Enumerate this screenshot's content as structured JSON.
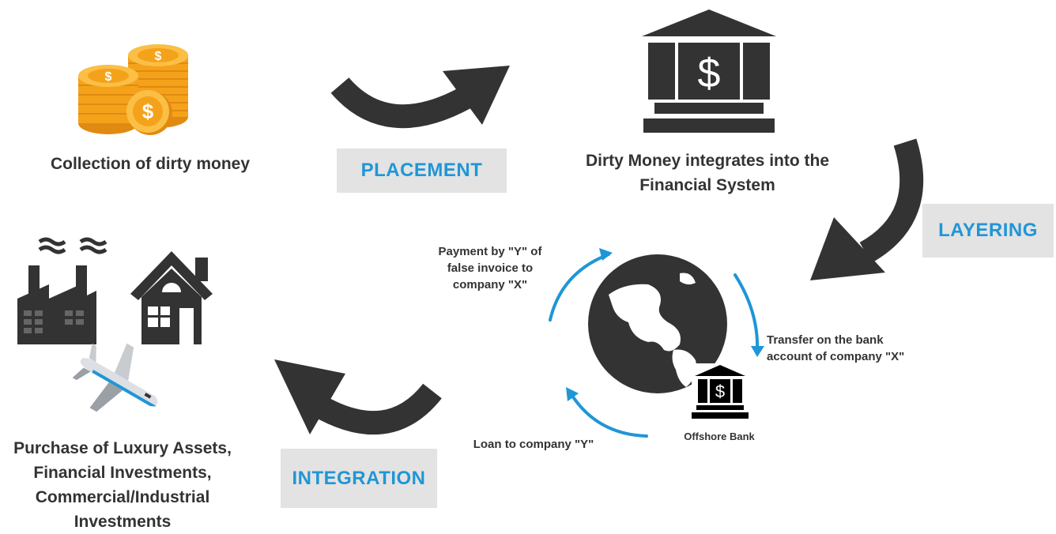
{
  "steps": {
    "collection": "Collection of dirty money",
    "integrates_line1": "Dirty Money integrates into the",
    "integrates_line2": "Financial System",
    "purchase_line1": "Purchase of Luxury Assets,",
    "purchase_line2": "Financial Investments,",
    "purchase_line3": "Commercial/Industrial",
    "purchase_line4": "Investments"
  },
  "stages": {
    "placement": "PLACEMENT",
    "layering": "LAYERING",
    "integration": "INTEGRATION"
  },
  "cycle": {
    "payment_line1": "Payment by \"Y\" of",
    "payment_line2": "false invoice to",
    "payment_line3": "company \"X\"",
    "transfer_line1": "Transfer on the bank",
    "transfer_line2": "account of company \"X\"",
    "loan": "Loan to company \"Y\"",
    "offshore": "Offshore Bank",
    "bank_symbol": "$"
  },
  "colors": {
    "dark": "#333333",
    "accent_blue": "#1f96d6",
    "box_gray": "#e3e3e3",
    "coin_orange": "#f5a21b"
  }
}
